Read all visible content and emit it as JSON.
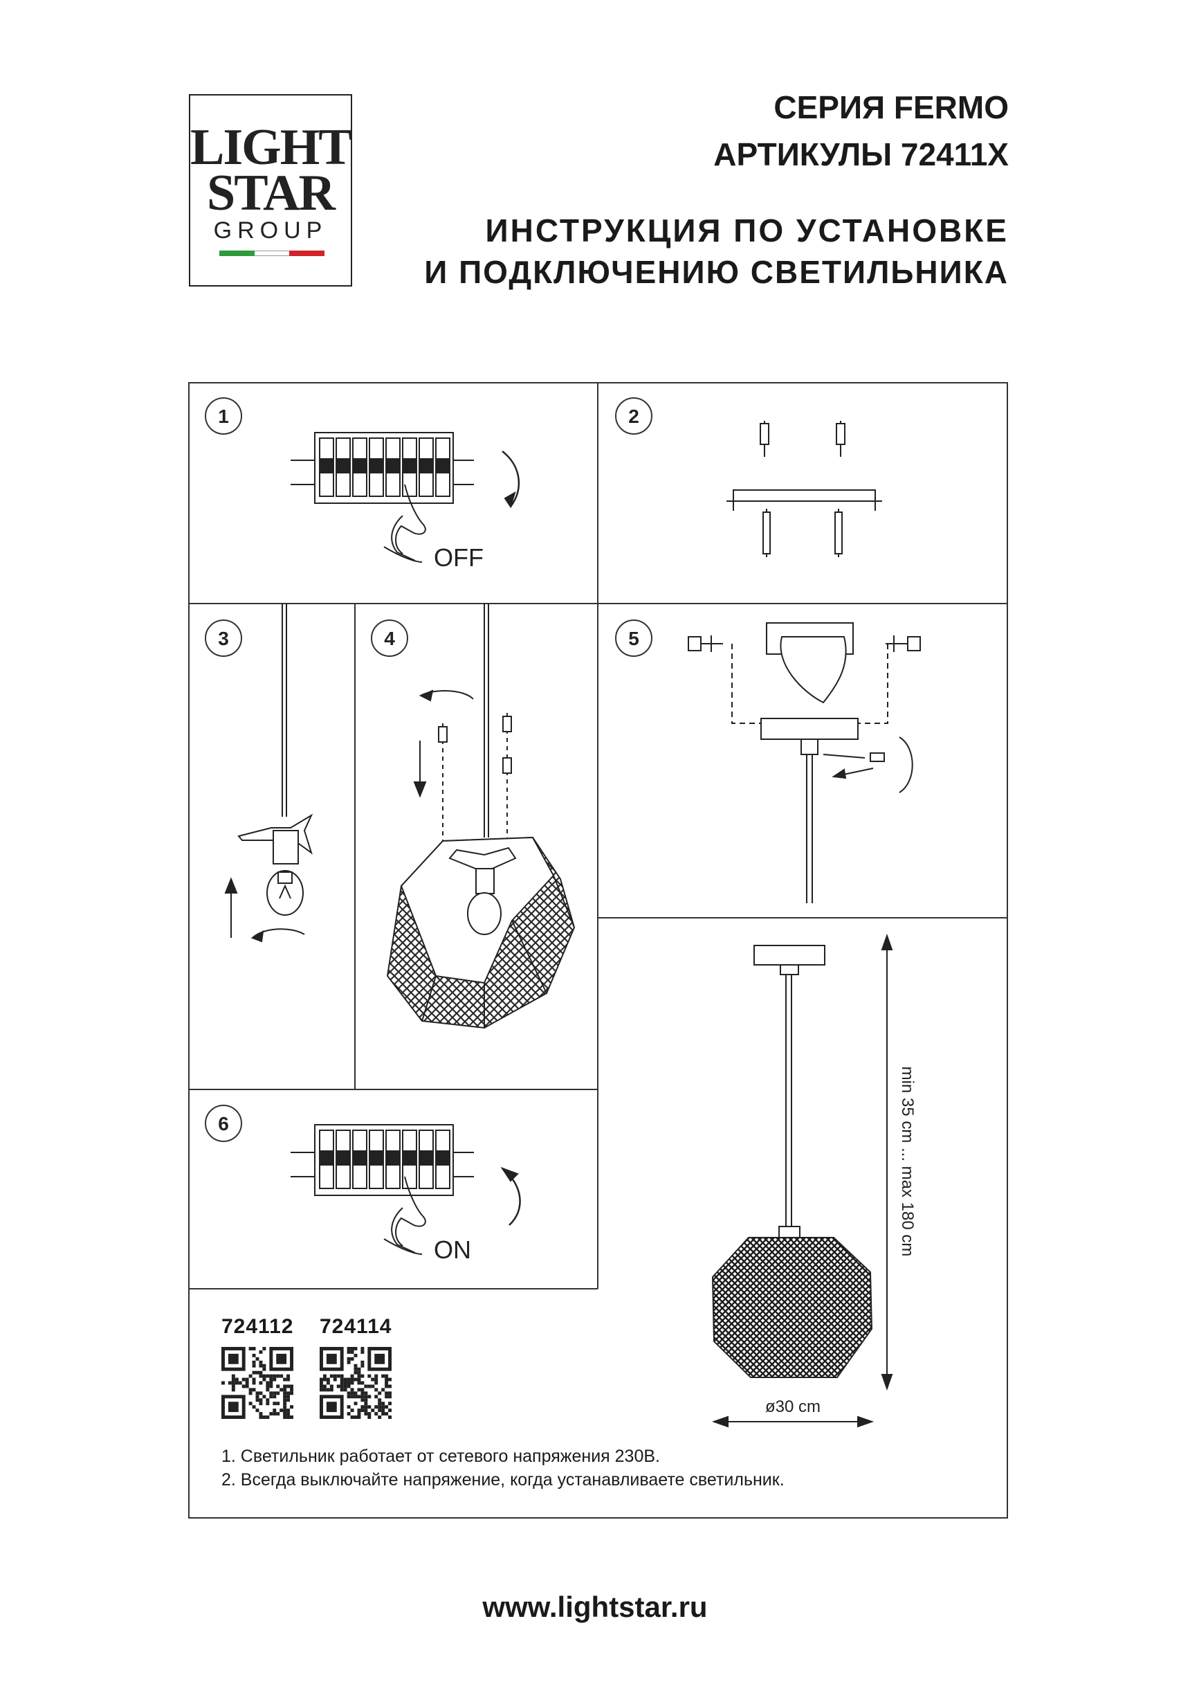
{
  "header": {
    "series": "СЕРИЯ FERMO",
    "articles": "АРТИКУЛЫ 72411X",
    "title_line1": "ИНСТРУКЦИЯ ПО УСТАНОВКЕ",
    "title_line2": "И ПОДКЛЮЧЕНИЮ СВЕТИЛЬНИКА"
  },
  "logo": {
    "line1": "LIGHT",
    "line2": "STAR",
    "line3": "GROUP",
    "flag_colors": [
      "#2e9a3c",
      "#ffffff",
      "#d2232a"
    ]
  },
  "steps": [
    {
      "num": "1",
      "label": "OFF"
    },
    {
      "num": "2"
    },
    {
      "num": "3"
    },
    {
      "num": "4"
    },
    {
      "num": "5"
    },
    {
      "num": "6",
      "label": "ON"
    }
  ],
  "dimensions": {
    "height_range": "min 35 cm ... max 180 cm",
    "diameter": "ø30 cm"
  },
  "articles": [
    {
      "code": "724112",
      "icon": "qr-code-icon"
    },
    {
      "code": "724114",
      "icon": "qr-code-icon"
    }
  ],
  "notes": [
    "1. Светильник работает от сетевого напряжения 230В.",
    "2. Всегда выключайте напряжение, когда устанавливаете светильник."
  ],
  "website": "www.lightstar.ru"
}
